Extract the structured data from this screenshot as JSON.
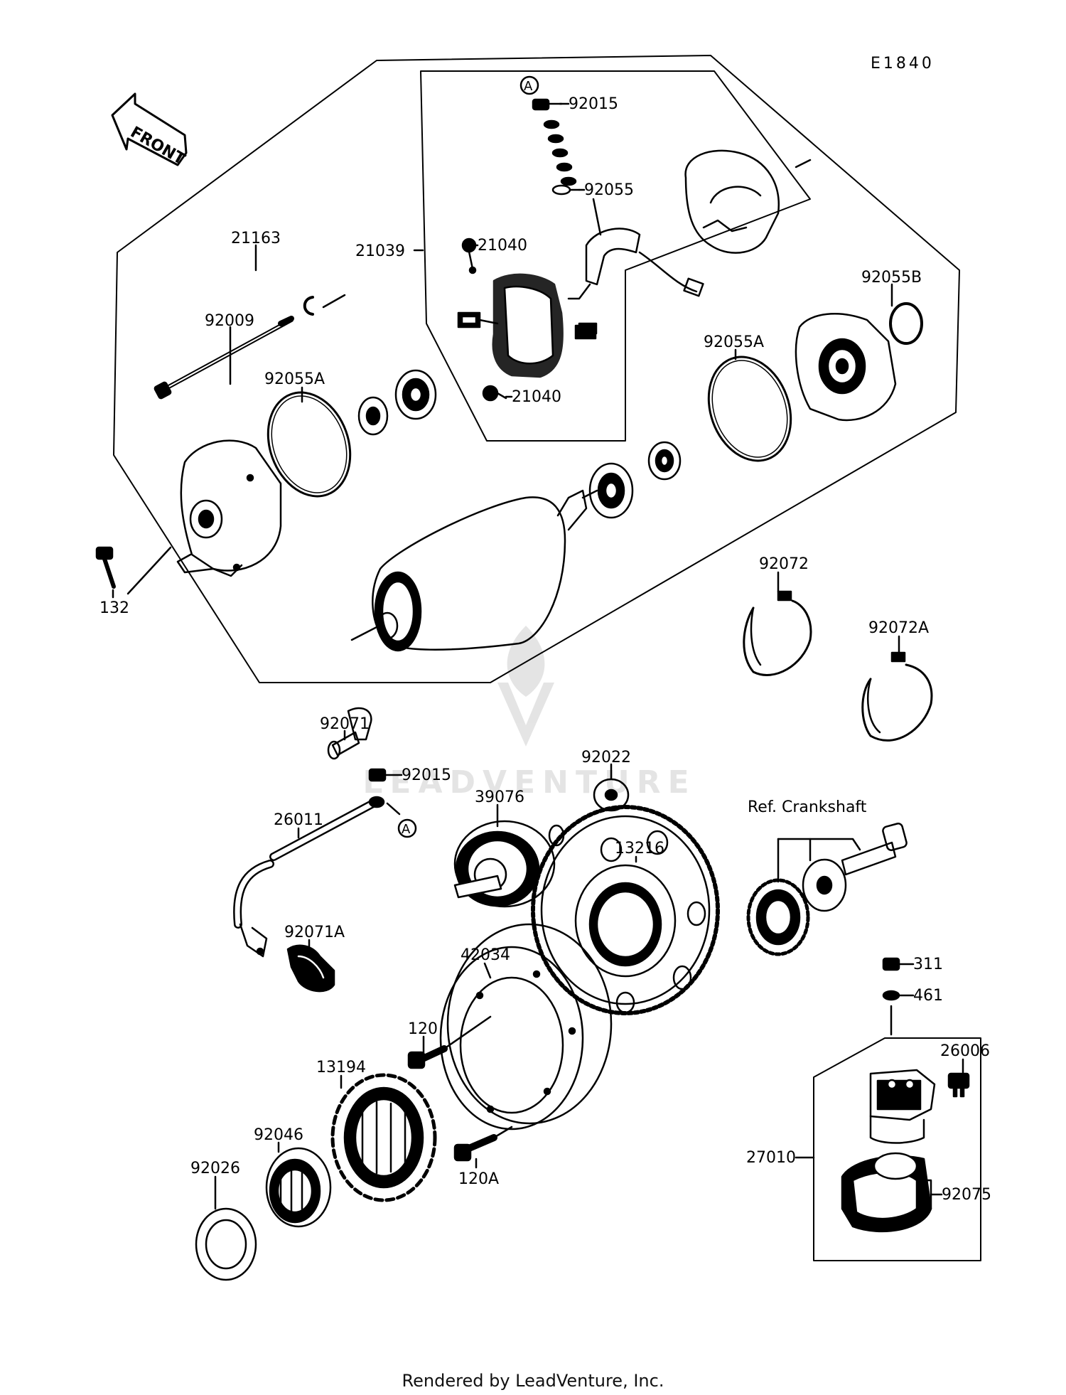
{
  "diagram": {
    "code": "E1840",
    "front_label": "FRONT",
    "parts": {
      "p92015_top": "92015",
      "p92055": "92055",
      "p21040_a": "21040",
      "p21040_b": "21040",
      "p21039": "21039",
      "p21163": "21163",
      "p92009": "92009",
      "p92055A_left": "92055A",
      "p92055A_right": "92055A",
      "p92055B": "92055B",
      "p132": "132",
      "p92072": "92072",
      "p92072A": "92072A",
      "p92071": "92071",
      "p92015_mid": "92015",
      "p26011": "26011",
      "p92022": "92022",
      "p39076": "39076",
      "p13216": "13216",
      "ref_crankshaft": "Ref. Crankshaft",
      "p92071A": "92071A",
      "p42034": "42034",
      "p120": "120",
      "p120A": "120A",
      "p13194": "13194",
      "p92046": "92046",
      "p92026": "92026",
      "p311": "311",
      "p461": "461",
      "p26006": "26006",
      "p27010": "27010",
      "p92075": "92075"
    },
    "ref_marker": "A",
    "watermark": "LEADVENTURE"
  },
  "footer": "Rendered by LeadVenture, Inc."
}
